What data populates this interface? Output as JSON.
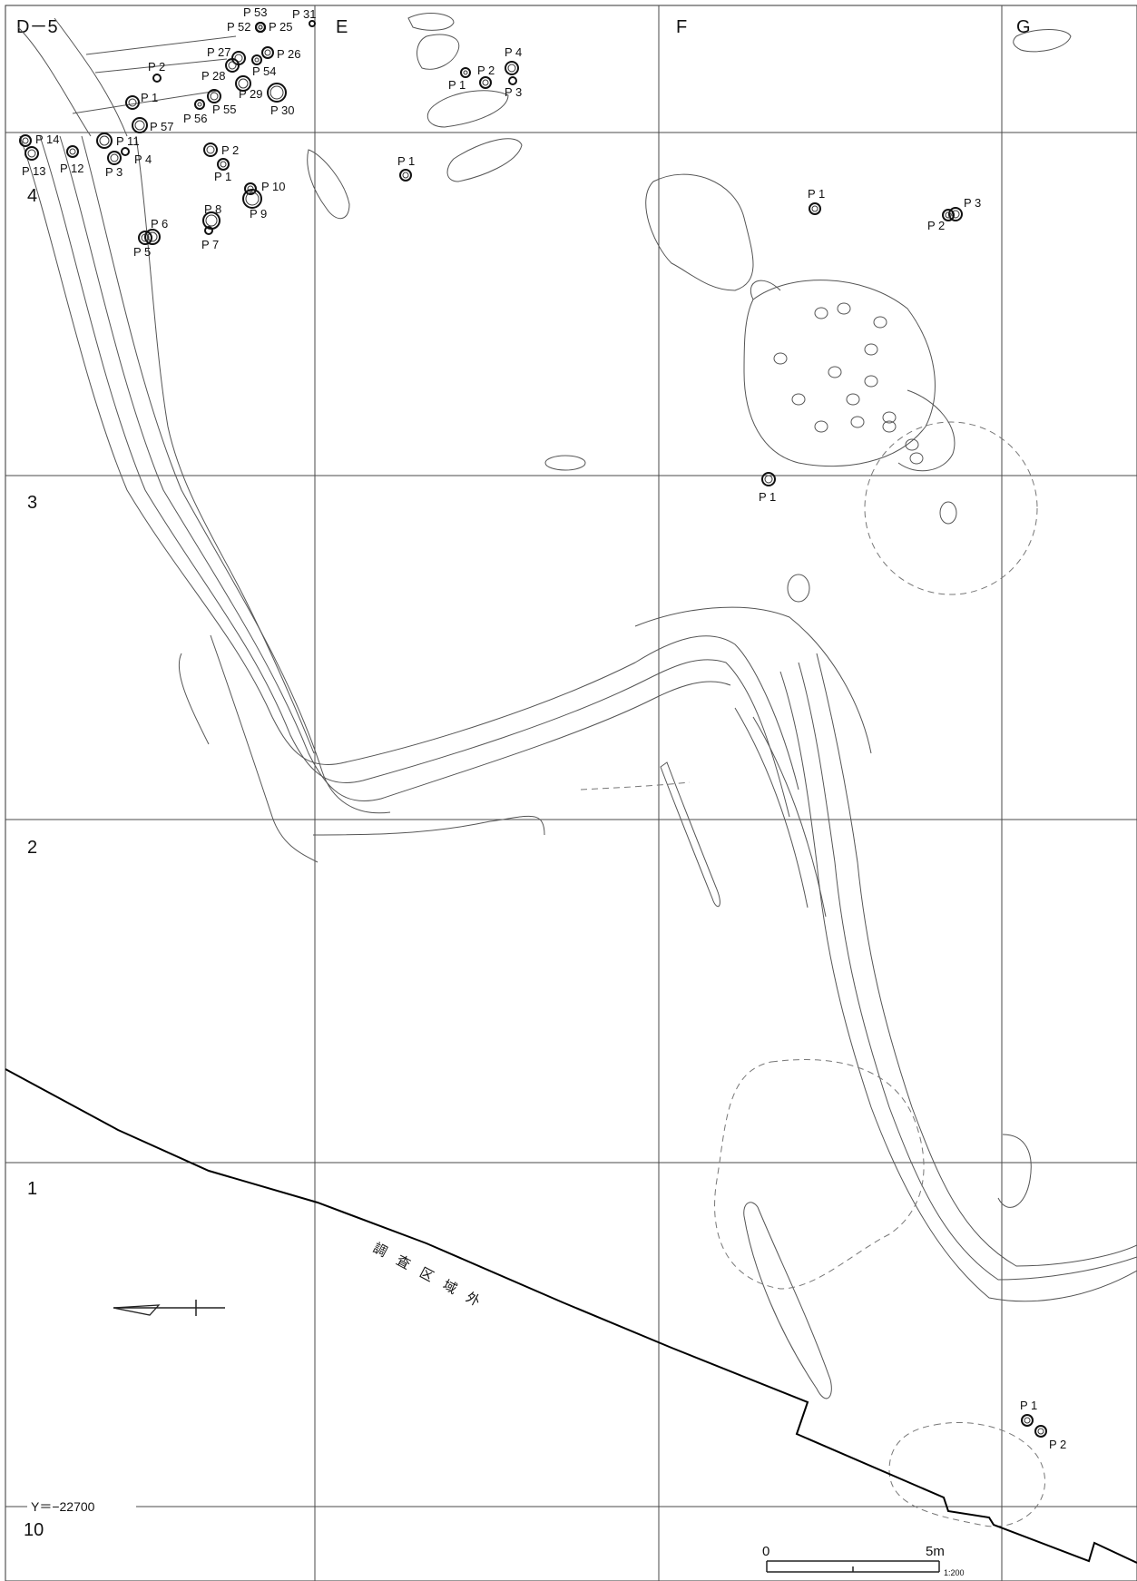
{
  "map": {
    "column_labels": [
      "D－5",
      "E",
      "F",
      "G"
    ],
    "row_labels": [
      "4",
      "3",
      "2",
      "1",
      "10"
    ],
    "coordinate_label": "Y＝−22700",
    "out_of_area_label": "調査区域外",
    "scale_bar": {
      "start": "0",
      "end": "5m",
      "ratio": "1:200"
    }
  },
  "pits": [
    {
      "label": "P53"
    },
    {
      "label": "P31"
    },
    {
      "label": "P52"
    },
    {
      "label": "P25"
    },
    {
      "label": "P27"
    },
    {
      "label": "P26"
    },
    {
      "label": "P2"
    },
    {
      "label": "P28"
    },
    {
      "label": "P54"
    },
    {
      "label": "P1"
    },
    {
      "label": "P29"
    },
    {
      "label": "P30"
    },
    {
      "label": "P56"
    },
    {
      "label": "P55"
    },
    {
      "label": "P57"
    },
    {
      "label": "P14"
    },
    {
      "label": "P11"
    },
    {
      "label": "P2"
    },
    {
      "label": "P13"
    },
    {
      "label": "P12"
    },
    {
      "label": "P3"
    },
    {
      "label": "P4"
    },
    {
      "label": "P1"
    },
    {
      "label": "P10"
    },
    {
      "label": "P9"
    },
    {
      "label": "P8"
    },
    {
      "label": "P6"
    },
    {
      "label": "P7"
    },
    {
      "label": "P5"
    },
    {
      "label": "P4"
    },
    {
      "label": "P2"
    },
    {
      "label": "P1"
    },
    {
      "label": "P3"
    },
    {
      "label": "P1"
    },
    {
      "label": "P1"
    },
    {
      "label": "P3"
    },
    {
      "label": "P2"
    },
    {
      "label": "P1"
    },
    {
      "label": "P1"
    },
    {
      "label": "P2"
    }
  ]
}
